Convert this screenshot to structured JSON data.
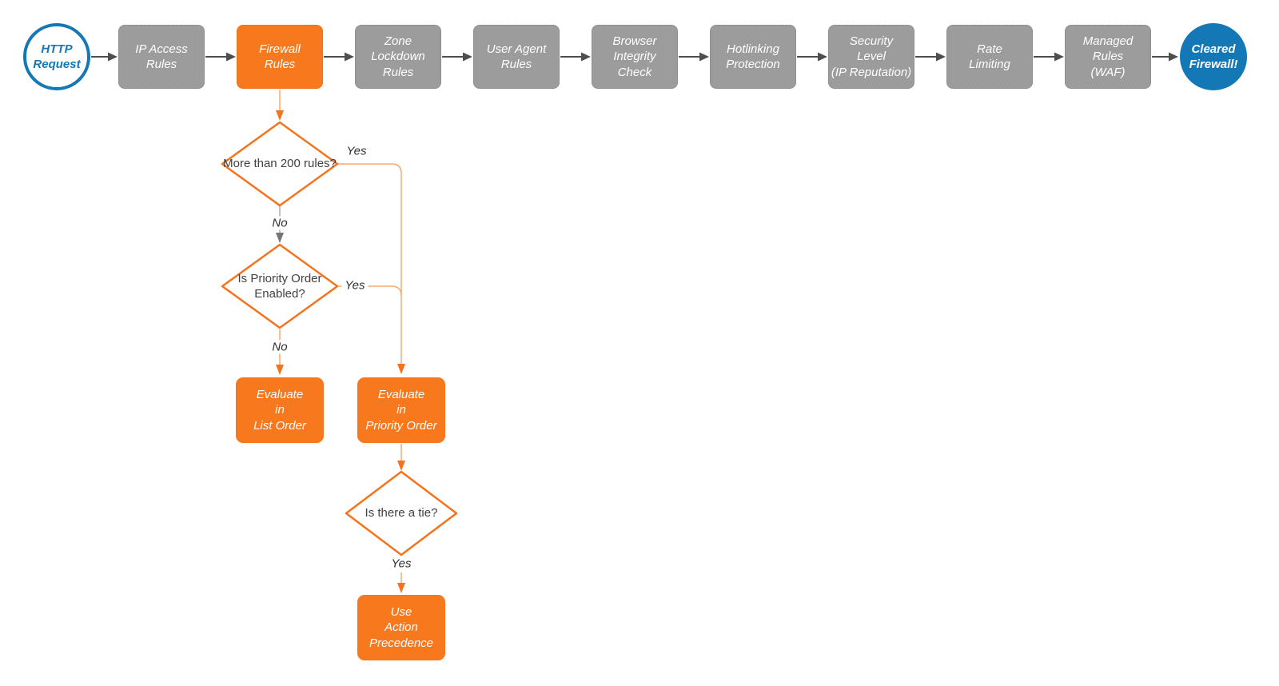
{
  "flow": {
    "start": {
      "label": "HTTP Request",
      "lines": [
        "HTTP",
        "Request"
      ]
    },
    "stages": [
      {
        "key": "ip-access-rules",
        "lines": [
          "IP Access",
          "Rules"
        ]
      },
      {
        "key": "firewall-rules",
        "lines": [
          "Firewall",
          "Rules"
        ],
        "highlight": true
      },
      {
        "key": "zone-lockdown-rules",
        "lines": [
          "Zone",
          "Lockdown",
          "Rules"
        ]
      },
      {
        "key": "user-agent-rules",
        "lines": [
          "User Agent",
          "Rules"
        ]
      },
      {
        "key": "browser-integrity-check",
        "lines": [
          "Browser",
          "Integrity",
          "Check"
        ]
      },
      {
        "key": "hotlinking-protection",
        "lines": [
          "Hotlinking",
          "Protection"
        ]
      },
      {
        "key": "security-level",
        "lines": [
          "Security",
          "Level",
          "(IP Reputation)"
        ]
      },
      {
        "key": "rate-limiting",
        "lines": [
          "Rate",
          "Limiting"
        ]
      },
      {
        "key": "managed-rules-waf",
        "lines": [
          "Managed",
          "Rules",
          "(WAF)"
        ]
      }
    ],
    "end": {
      "label": "Cleared Firewall!",
      "lines": [
        "Cleared",
        "Firewall!"
      ]
    },
    "decisions": [
      {
        "key": "more-than-200-rules",
        "lines": [
          "More than",
          "200 rules?"
        ]
      },
      {
        "key": "priority-order-enabled",
        "lines": [
          "Is",
          "Priority Order",
          "Enabled?"
        ]
      },
      {
        "key": "is-there-a-tie",
        "lines": [
          "Is there a tie?"
        ]
      }
    ],
    "actions": [
      {
        "key": "evaluate-in-list-order",
        "lines": [
          "Evaluate",
          "in",
          "List Order"
        ]
      },
      {
        "key": "evaluate-in-priority-order",
        "lines": [
          "Evaluate",
          "in",
          "Priority Order"
        ]
      },
      {
        "key": "use-action-precedence",
        "lines": [
          "Use",
          "Action",
          "Precedence"
        ]
      }
    ],
    "edge_labels": {
      "d1_yes": "Yes",
      "d1_no": "No",
      "d2_yes": "Yes",
      "d2_no": "No",
      "d3_yes": "Yes"
    },
    "colors": {
      "stage_gray": "#9C9C9C",
      "accent_orange": "#F8791D",
      "arrowhead_orange": "#F4731C",
      "connector_light_orange": "#F9A873",
      "terminal_blue": "#1478B7",
      "arrow_dark_gray": "#4E4E4E",
      "connector_gray": "#ABABAB",
      "diamond_text": "#404040"
    }
  }
}
